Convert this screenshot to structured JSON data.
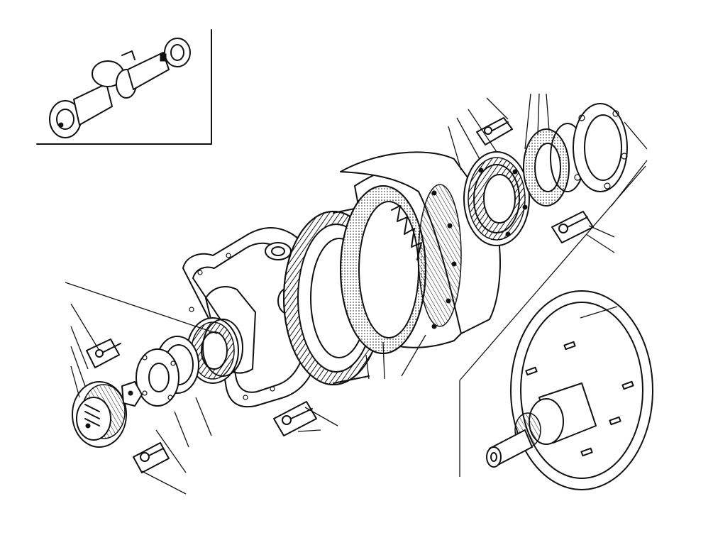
{
  "diagram": {
    "type": "exploded-view",
    "ink_color": "#111111",
    "background_color": "#ffffff",
    "parts": [
      {
        "id": "axle-overview",
        "name": "axle-assembly-overview-inset"
      },
      {
        "id": "housing",
        "name": "axle-housing"
      },
      {
        "id": "ring-gear",
        "name": "ring-gear"
      },
      {
        "id": "drum",
        "name": "hub-drum"
      },
      {
        "id": "bearing-right",
        "name": "right-bearing"
      },
      {
        "id": "seal-right",
        "name": "right-seal-ring"
      },
      {
        "id": "cover-right",
        "name": "right-cover-plate"
      },
      {
        "id": "bolt-top",
        "name": "top-bolt"
      },
      {
        "id": "bolt-right",
        "name": "right-bolt"
      },
      {
        "id": "flange-shaft",
        "name": "output-flange-shaft"
      },
      {
        "id": "bearing-left",
        "name": "left-bearing"
      },
      {
        "id": "seal-left",
        "name": "left-seal-ring"
      },
      {
        "id": "hub-left",
        "name": "left-hub-cap"
      },
      {
        "id": "washer-left",
        "name": "left-lock-washer"
      },
      {
        "id": "bolt-left-upper",
        "name": "left-upper-bolt"
      },
      {
        "id": "bolt-left-lower",
        "name": "left-lower-bolt"
      },
      {
        "id": "bolt-bottom",
        "name": "bottom-bolt"
      }
    ],
    "leader_count": 24
  }
}
